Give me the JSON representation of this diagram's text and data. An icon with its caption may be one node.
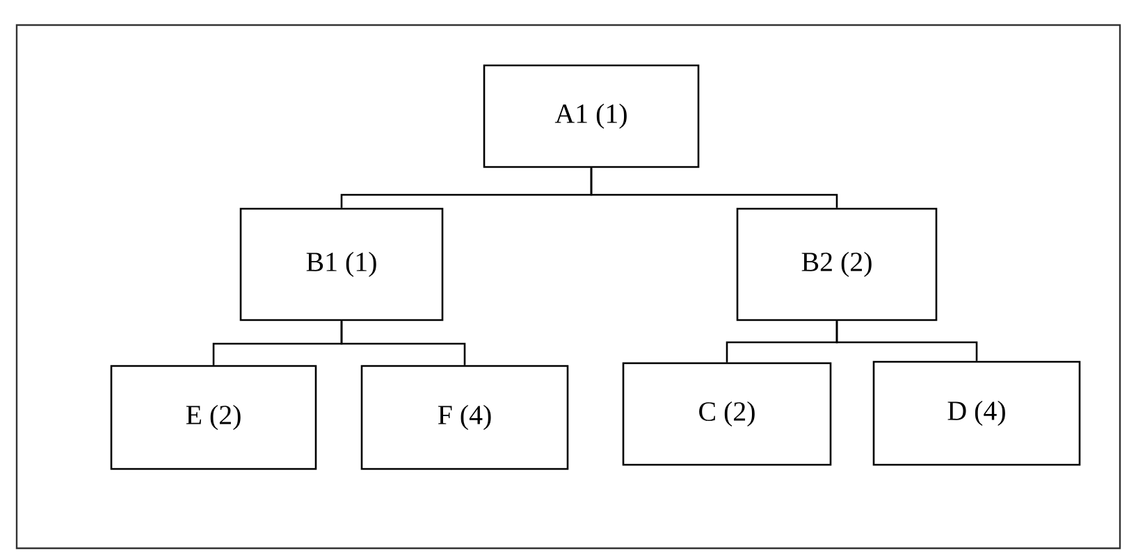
{
  "diagram": {
    "nodes": [
      {
        "text": [
          "A1 (1)"
        ]
      },
      {
        "text": [
          "B1 (1)"
        ]
      },
      {
        "text": [
          "B2 (2)"
        ]
      },
      {
        "text": [
          "E (2)"
        ]
      },
      {
        "text": [
          "F (4)"
        ]
      },
      {
        "text": [
          "C (2)"
        ]
      },
      {
        "text": [
          "D (4)"
        ]
      }
    ],
    "edges": [
      {
        "from": 0,
        "to": 1,
        "arrow": "none"
      },
      {
        "from": 0,
        "to": 2,
        "arrow": "none"
      },
      {
        "from": 1,
        "to": 3,
        "arrow": "none"
      },
      {
        "from": 1,
        "to": 4,
        "arrow": "none"
      },
      {
        "from": 2,
        "to": 5,
        "arrow": "none"
      },
      {
        "from": 2,
        "to": 6,
        "arrow": "none"
      }
    ]
  }
}
